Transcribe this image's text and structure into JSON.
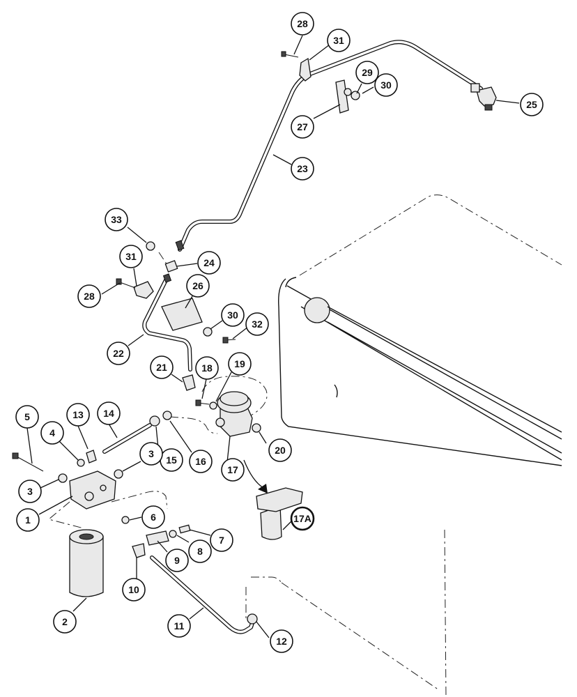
{
  "diagram": {
    "callouts": [
      {
        "id": "c1",
        "label": "1"
      },
      {
        "id": "c2",
        "label": "2"
      },
      {
        "id": "c3a",
        "label": "3"
      },
      {
        "id": "c3b",
        "label": "3"
      },
      {
        "id": "c4",
        "label": "4"
      },
      {
        "id": "c5",
        "label": "5"
      },
      {
        "id": "c6",
        "label": "6"
      },
      {
        "id": "c7",
        "label": "7"
      },
      {
        "id": "c8",
        "label": "8"
      },
      {
        "id": "c9",
        "label": "9"
      },
      {
        "id": "c10",
        "label": "10"
      },
      {
        "id": "c11",
        "label": "11"
      },
      {
        "id": "c12",
        "label": "12"
      },
      {
        "id": "c13",
        "label": "13"
      },
      {
        "id": "c14",
        "label": "14"
      },
      {
        "id": "c15",
        "label": "15"
      },
      {
        "id": "c16",
        "label": "16"
      },
      {
        "id": "c17",
        "label": "17"
      },
      {
        "id": "c17a",
        "label": "17A"
      },
      {
        "id": "c18",
        "label": "18"
      },
      {
        "id": "c19",
        "label": "19"
      },
      {
        "id": "c20",
        "label": "20"
      },
      {
        "id": "c21",
        "label": "21"
      },
      {
        "id": "c22",
        "label": "22"
      },
      {
        "id": "c23",
        "label": "23"
      },
      {
        "id": "c24",
        "label": "24"
      },
      {
        "id": "c25",
        "label": "25"
      },
      {
        "id": "c26",
        "label": "26"
      },
      {
        "id": "c27",
        "label": "27"
      },
      {
        "id": "c28a",
        "label": "28"
      },
      {
        "id": "c28b",
        "label": "28"
      },
      {
        "id": "c29",
        "label": "29"
      },
      {
        "id": "c30a",
        "label": "30"
      },
      {
        "id": "c30b",
        "label": "30"
      },
      {
        "id": "c31a",
        "label": "31"
      },
      {
        "id": "c31b",
        "label": "31"
      },
      {
        "id": "c32",
        "label": "32"
      },
      {
        "id": "c33",
        "label": "33"
      }
    ]
  }
}
